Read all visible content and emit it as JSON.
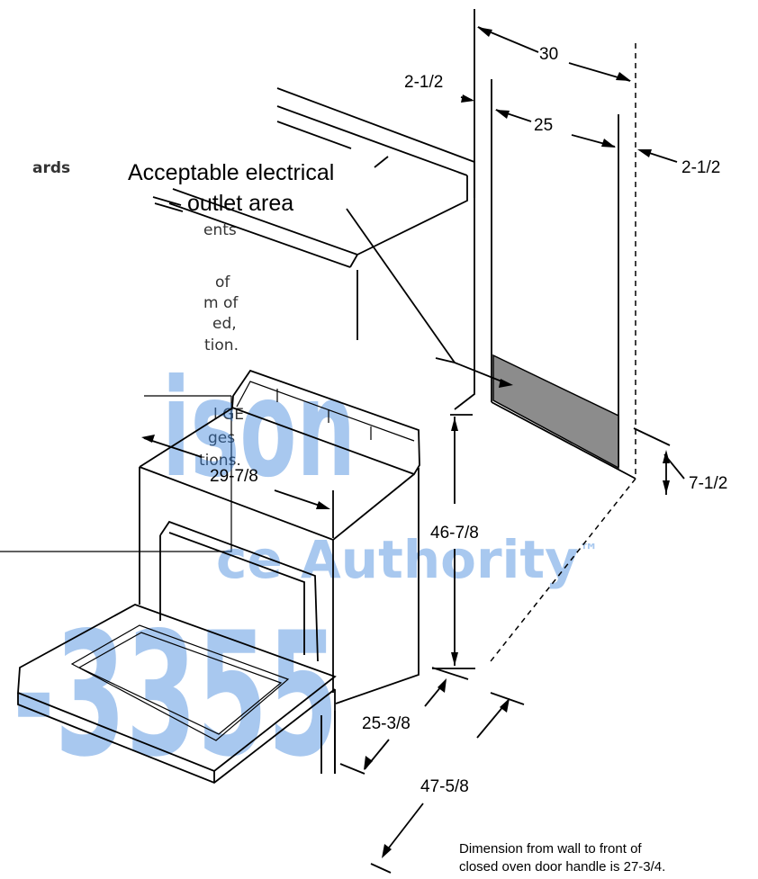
{
  "labels": {
    "outlet_line1": "Acceptable electrical",
    "outlet_line2": "outlet area",
    "note_line1": "Dimension from wall to front of",
    "note_line2": "closed oven door handle is 27-3/4."
  },
  "dimensions": {
    "total_width": "30",
    "left_offset": "2-1/2",
    "outlet_width": "25",
    "right_offset": "2-1/2",
    "outlet_height": "7-1/2",
    "range_width": "29-7/8",
    "range_height": "46-7/8",
    "depth_closed": "25-3/8",
    "depth_open": "47-5/8"
  },
  "watermark": {
    "line1": "ison",
    "line2": "ce Authority",
    "line2_mark": "™",
    "line3": "-3355"
  },
  "side_fragments": [
    "ards",
    "ents",
    "of",
    "m of",
    "ed,",
    "tion.",
    "l GE",
    "ges",
    "tions."
  ],
  "colors": {
    "outlet_area": "#8c8c8c",
    "watermark": "#2f7bd8"
  }
}
